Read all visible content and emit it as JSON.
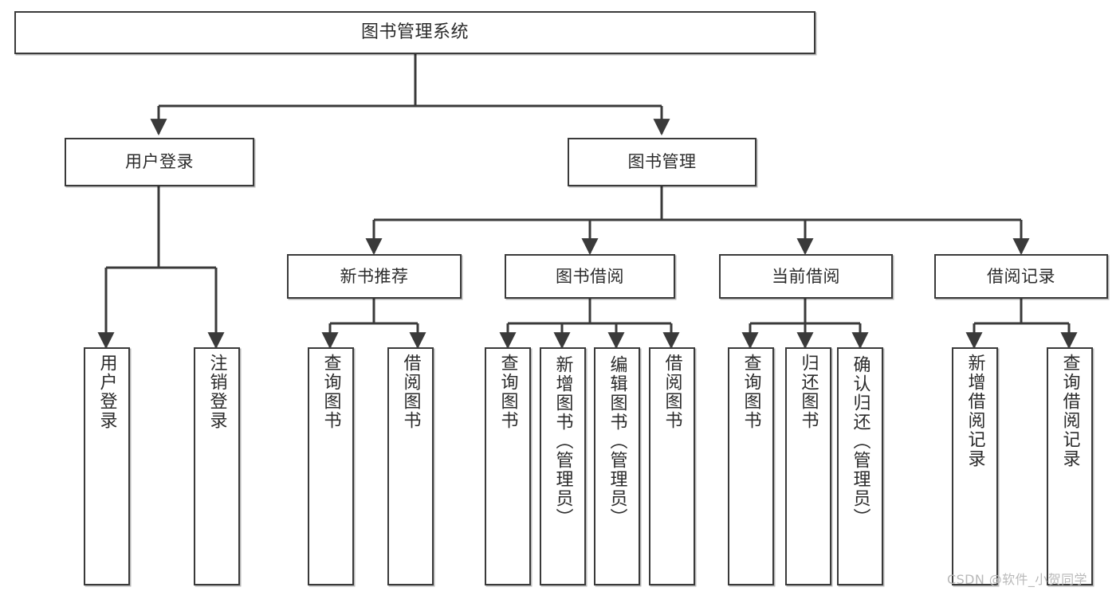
{
  "diagram": {
    "title": "图书管理系统",
    "type": "tree-hierarchy",
    "orientation": "top-down",
    "colors": {
      "background": "#ffffff",
      "node_border": "#3a3a3a",
      "node_fill": "#ffffff",
      "text": "#2b2b2b",
      "connector": "#3a3a3a",
      "watermark": "#b9b9b9"
    },
    "root": {
      "label": "图书管理系统"
    },
    "level2": [
      {
        "label": "用户登录"
      },
      {
        "label": "图书管理"
      }
    ],
    "level3": [
      {
        "label": "新书推荐"
      },
      {
        "label": "图书借阅"
      },
      {
        "label": "当前借阅"
      },
      {
        "label": "借阅记录"
      }
    ],
    "leaves": {
      "user_login": [
        {
          "label": "用户登录"
        },
        {
          "label": "注销登录"
        }
      ],
      "new_book_recommend": [
        {
          "label": "查询图书"
        },
        {
          "label": "借阅图书"
        }
      ],
      "book_borrow": [
        {
          "label": "查询图书"
        },
        {
          "label": "新增图书（管理员）"
        },
        {
          "label": "编辑图书（管理员）"
        },
        {
          "label": "借阅图书"
        }
      ],
      "current_borrow": [
        {
          "label": "查询图书"
        },
        {
          "label": "归还图书"
        },
        {
          "label": "确认归还（管理员）"
        }
      ],
      "borrow_record": [
        {
          "label": "新增借阅记录"
        },
        {
          "label": "查询借阅记录"
        }
      ]
    },
    "watermark": "CSDN @软件_小贺同学"
  }
}
